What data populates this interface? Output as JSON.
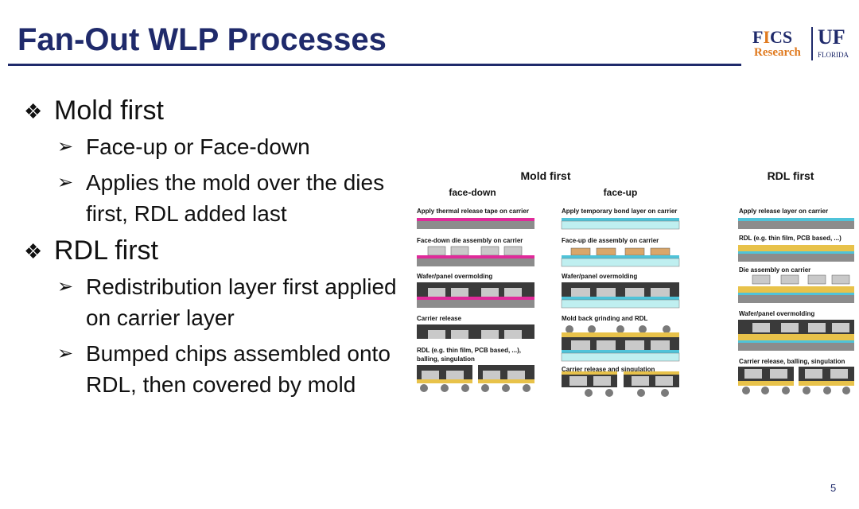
{
  "slide": {
    "title": "Fan-Out WLP Processes",
    "page_number": "5"
  },
  "logo": {
    "fics": "FICS",
    "research": "Research",
    "uf": "UF",
    "florida": "FLORIDA"
  },
  "bullets": [
    {
      "text": "Mold first",
      "sub": [
        "Face-up or Face-down",
        "Applies the mold over the dies first, RDL added last"
      ]
    },
    {
      "text": "RDL first",
      "sub": [
        "Redistribution layer first applied on carrier layer",
        "Bumped chips assembled onto RDL, then covered by mold"
      ]
    }
  ],
  "diagram": {
    "header_mold_first": "Mold first",
    "header_rdl_first": "RDL first",
    "sub_face_down": "face-down",
    "sub_face_up": "face-up",
    "face_down_steps": [
      "Apply thermal release tape on carrier",
      "Face-down die assembly on carrier",
      "Wafer/panel overmolding",
      "Carrier release",
      "RDL (e.g. thin film, PCB based, ...),",
      "balling, singulation"
    ],
    "face_up_steps": [
      "Apply temporary bond layer on carrier",
      "Face-up die assembly on carrier",
      "Wafer/panel overmolding",
      "Mold back grinding and RDL",
      "Carrier release and singulation"
    ],
    "rdl_first_steps": [
      "Apply release layer on carrier",
      "RDL (e.g. thin film, PCB based, ...)",
      "Die assembly on carrier",
      "Wafer/panel overmolding",
      "Carrier release, balling, singulation"
    ],
    "colors": {
      "carrier": "#8c8c8c",
      "tape": "#e02a9a",
      "bond_layer": "#4fc3d9",
      "mold": "#3a3a3a",
      "die": "#c9c9c9",
      "rdl": "#e8c24a",
      "ball": "#7a7a7a"
    }
  }
}
